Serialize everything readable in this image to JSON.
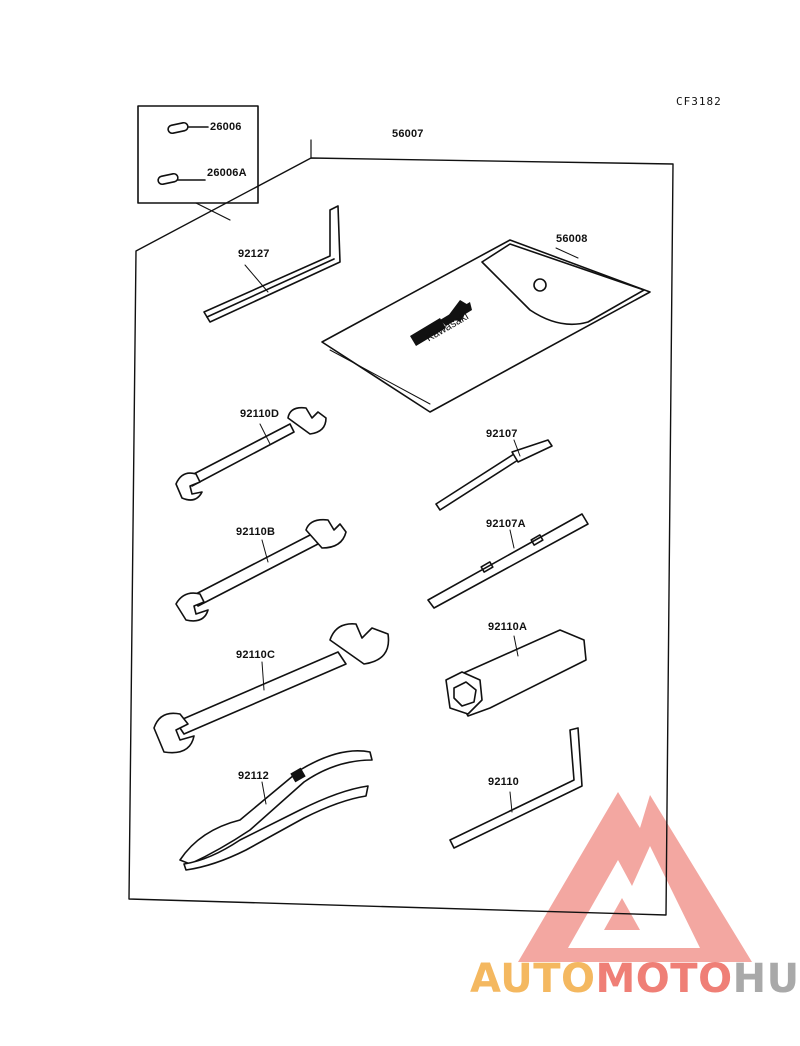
{
  "diagram": {
    "reference_code": "CF3182",
    "kit_label": "56007",
    "parts": [
      {
        "id": "pin_upper",
        "label": "26006"
      },
      {
        "id": "pin_lower",
        "label": "26006A"
      },
      {
        "id": "hex_key_large",
        "label": "92127"
      },
      {
        "id": "tool_bag",
        "label": "56008",
        "logo_text": "Kawasaki"
      },
      {
        "id": "wrench_d",
        "label": "92110D"
      },
      {
        "id": "screwdriver",
        "label": "92107"
      },
      {
        "id": "wrench_b",
        "label": "92110B"
      },
      {
        "id": "screwdriver_handle",
        "label": "92107A"
      },
      {
        "id": "wrench_c",
        "label": "92110C"
      },
      {
        "id": "plug_wrench",
        "label": "92110A"
      },
      {
        "id": "pliers",
        "label": "92112"
      },
      {
        "id": "hex_key_small",
        "label": "92110"
      }
    ]
  },
  "watermark": {
    "part1": "AUTO",
    "part2": "MOTO",
    "part3": "HUB",
    "colors": {
      "part1": "#f4b860",
      "part2": "#ef7f76",
      "part3": "#a9a9a9",
      "logo": "#ef8a82"
    }
  }
}
